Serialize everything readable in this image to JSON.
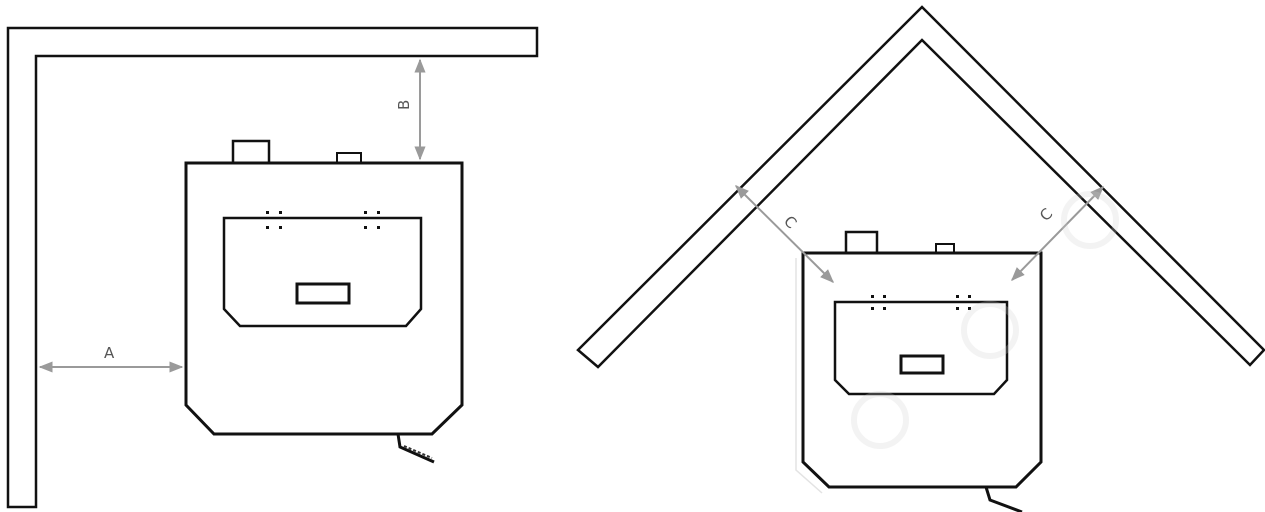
{
  "labels": {
    "a": "A",
    "b": "B",
    "c_left": "C",
    "c_right": "C"
  },
  "colors": {
    "line": "#111111",
    "dimension": "#9a9a9a",
    "watermark": "#cfcfcf"
  }
}
